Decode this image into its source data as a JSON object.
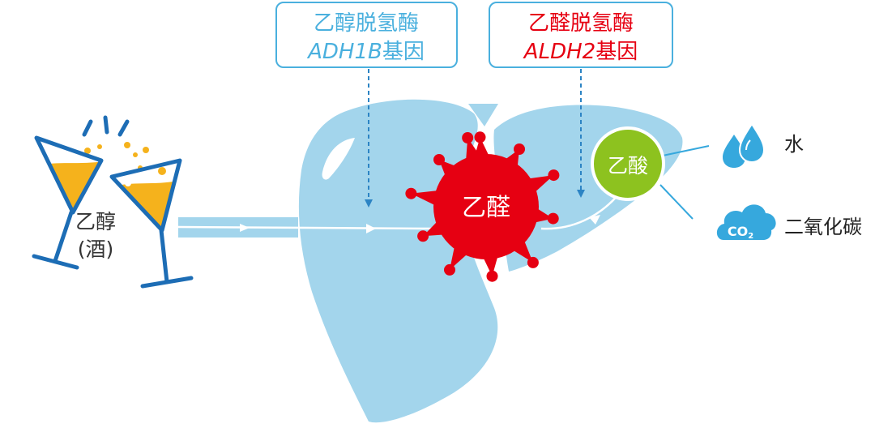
{
  "colors": {
    "liver": "#a3d5ec",
    "liver_dark": "#86c5e1",
    "enzyme1": "#4ab0de",
    "enzyme2": "#e60012",
    "acetaldehyde": "#e60012",
    "acetic_acid": "#8dc21f",
    "glass": "#1d6db5",
    "drink": "#f5b21c",
    "icon_blue": "#36a8dd"
  },
  "enzyme_adh": {
    "line1": "乙醇脱氢酶",
    "line2_gene": "ADH1B",
    "line2_suffix": "基因"
  },
  "enzyme_aldh": {
    "line1": "乙醛脱氢酶",
    "line2_gene": "ALDH2",
    "line2_suffix": "基因"
  },
  "ethanol": {
    "line1": "乙醇",
    "line2": "(酒)"
  },
  "acetaldehyde": {
    "label": "乙醛"
  },
  "acetic_acid": {
    "label": "乙酸"
  },
  "products": {
    "water": {
      "label": "水",
      "icon": "water-drops-icon"
    },
    "co2": {
      "label": "二氧化碳",
      "icon": "co2-cloud-icon",
      "icon_text": "CO",
      "icon_sub": "2"
    }
  }
}
